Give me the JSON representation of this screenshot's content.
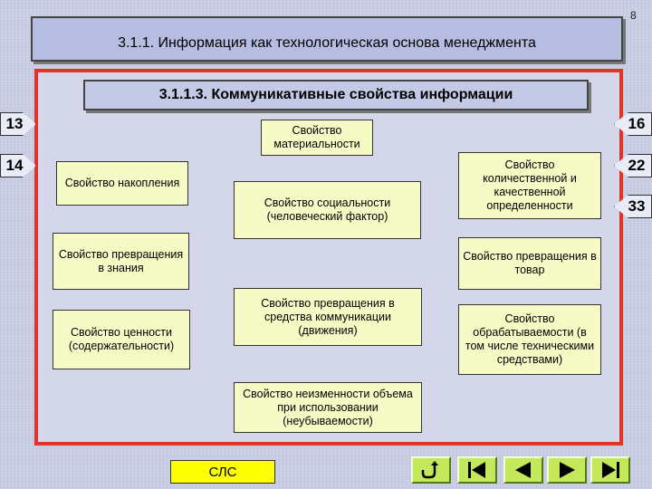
{
  "page_number": "8",
  "title": "3.1.1. Информация как технологическая основа менеджмента",
  "subtitle": "3.1.1.3. Коммуникативные свойства информации",
  "nodes": {
    "materiality": "Свойство материальности",
    "accumulation": "Свойство накопления",
    "sociality": "Свойство социальности (человеческий фактор)",
    "quant_qual": "Свойство количественной и качественной определенности",
    "to_knowledge": "Свойство превращения в знания",
    "to_goods": "Свойство превращения в товар",
    "to_comm": "Свойство превращения в средства коммуникации (движения)",
    "value": "Свойство ценности (содержательности)",
    "processable": "Свойство обрабатываемости (в том числе техническими средствами)",
    "invariance": "Свойство неизменности объема при использовании (неубываемости)"
  },
  "side_tabs": {
    "left": [
      "13",
      "14"
    ],
    "right": [
      "16",
      "22",
      "33"
    ]
  },
  "slc_label": "СЛС",
  "nav_icons": [
    "return-icon",
    "first-icon",
    "prev-icon",
    "next-icon",
    "last-icon"
  ],
  "colors": {
    "frame": "#e0342a",
    "node_fill": "#f6fbc6",
    "arrow_red": "#b51f1f",
    "arrow_purple": "#6b3fa0",
    "slc_fill": "#ffff00",
    "nav_green": "#c3e85a"
  }
}
